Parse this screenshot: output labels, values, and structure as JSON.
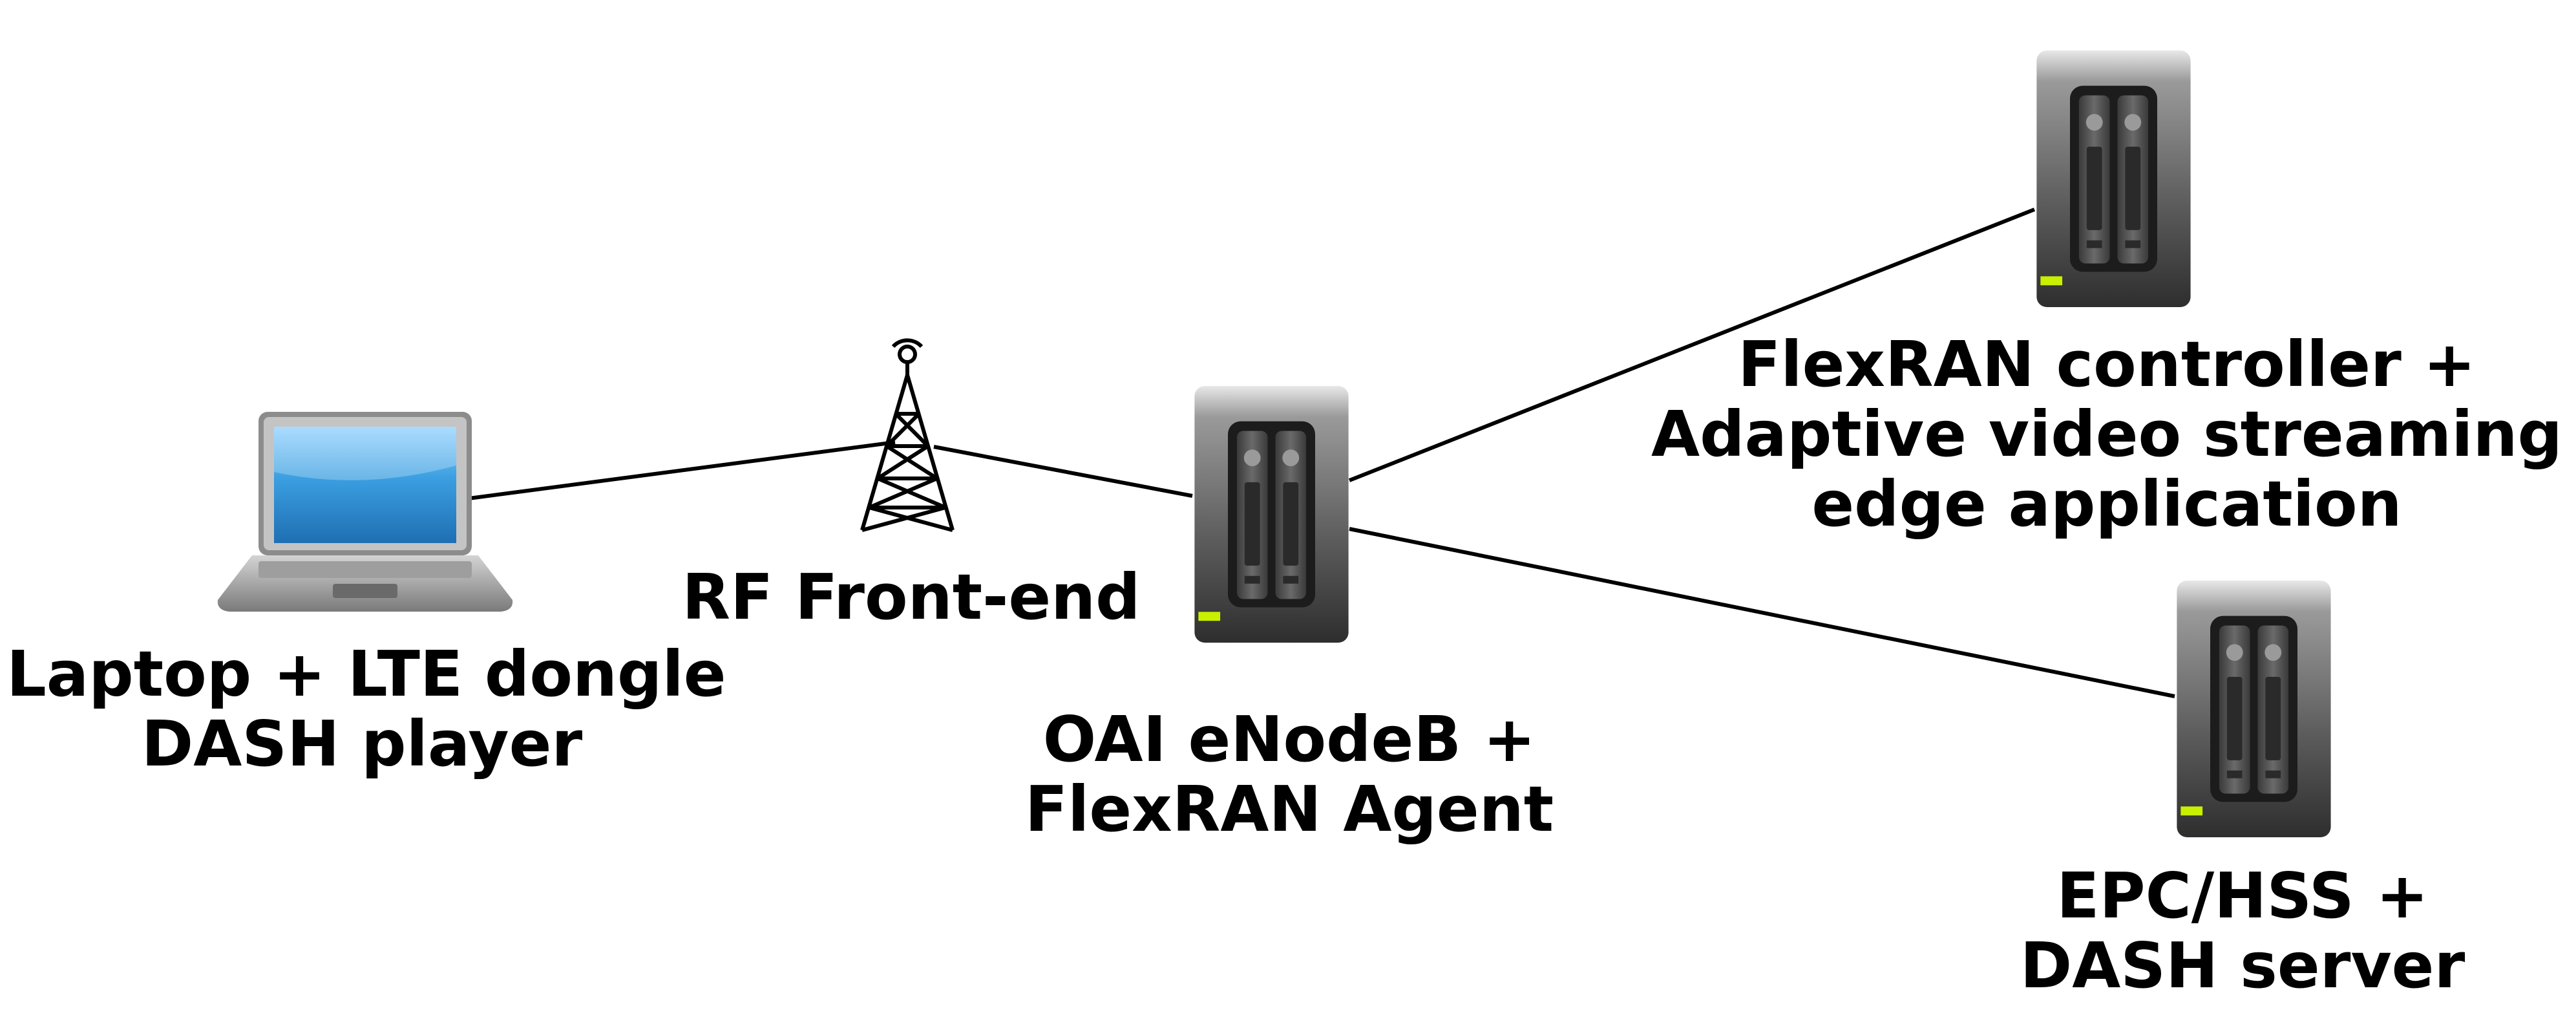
{
  "nodes": {
    "laptop": {
      "icon": "laptop-icon",
      "lines": [
        "Laptop + LTE dongle",
        "DASH player"
      ]
    },
    "rf_frontend": {
      "icon": "antenna-tower-icon",
      "lines": [
        "RF Front-end"
      ]
    },
    "enodeb": {
      "icon": "server-icon",
      "lines": [
        "OAI eNodeB +",
        "FlexRAN Agent"
      ]
    },
    "controller": {
      "icon": "server-icon",
      "lines": [
        "FlexRAN controller +",
        "Adaptive video streaming",
        "edge application"
      ]
    },
    "epc": {
      "icon": "server-icon",
      "lines": [
        "EPC/HSS +",
        "DASH server"
      ]
    }
  },
  "links": [
    {
      "from": "laptop",
      "to": "rf_frontend"
    },
    {
      "from": "rf_frontend",
      "to": "enodeb"
    },
    {
      "from": "enodeb",
      "to": "controller"
    },
    {
      "from": "enodeb",
      "to": "epc"
    }
  ],
  "colors": {
    "line": "#000000",
    "led": "#c8f000",
    "screen": "#3a9ee0",
    "server_body": "#6e6e6e"
  }
}
